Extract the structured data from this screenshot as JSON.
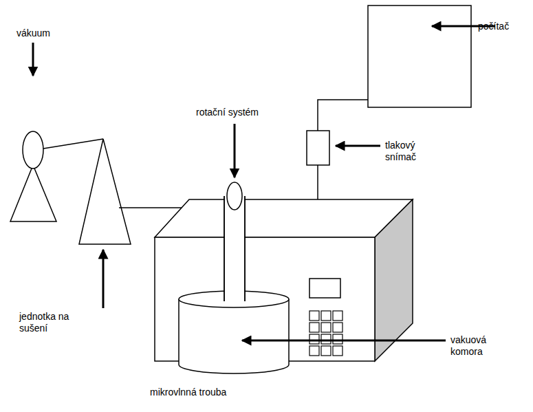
{
  "diagram": {
    "labels": [
      "vákuum",
      "počítač",
      "rotační systém",
      "tlakový snímač",
      "jednotka na sušení",
      "vakuová komora",
      "mikrovlnná trouba"
    ]
  }
}
